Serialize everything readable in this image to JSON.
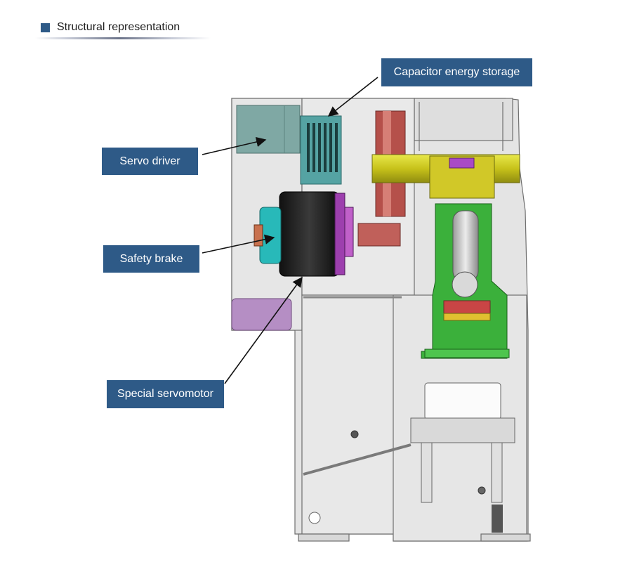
{
  "header": {
    "title": "Structural representation"
  },
  "colors": {
    "accent": "#2e5a87"
  },
  "callouts": {
    "capacitor": "Capacitor energy storage",
    "servo_driver": "Servo driver",
    "safety_brake": "Safety brake",
    "servomotor": "Special servomotor"
  }
}
